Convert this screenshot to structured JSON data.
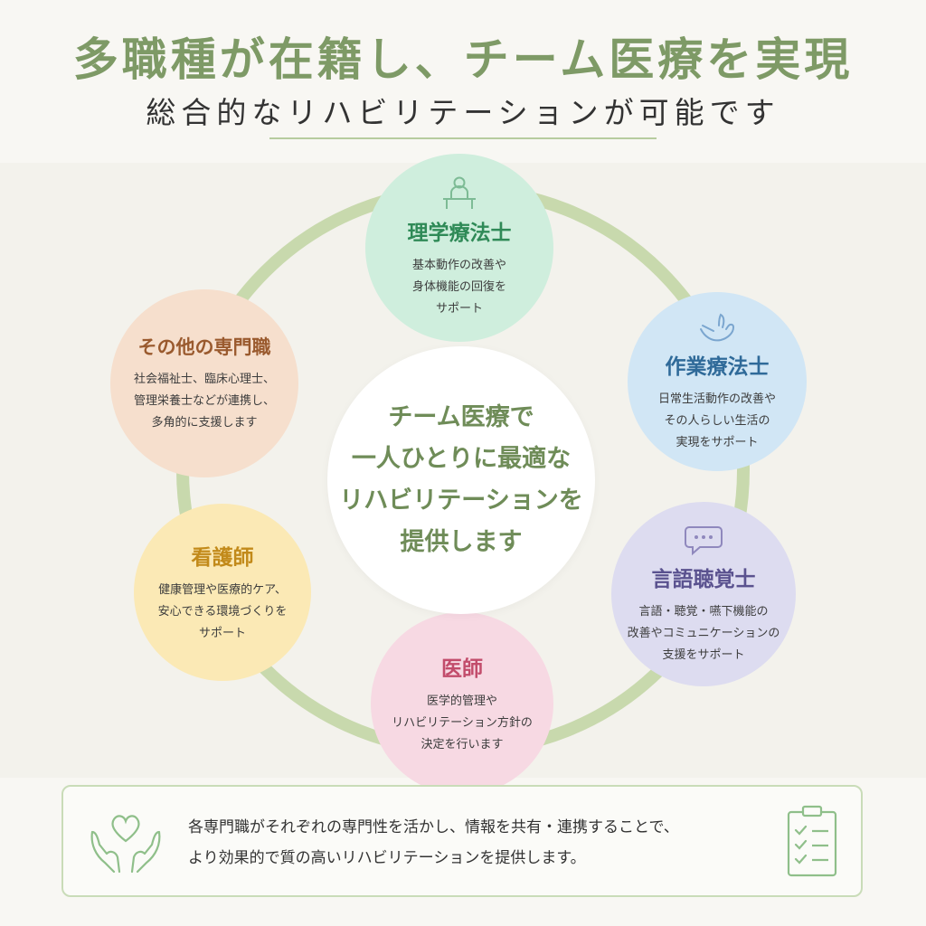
{
  "header": {
    "title": "多職種が在籍し、チーム医療を実現",
    "subtitle": "総合的なリハビリテーションが可能です"
  },
  "center": {
    "message": "チーム医療で\n一人ひとりに最適な\nリハビリテーションを\n提供します"
  },
  "nodes": {
    "physical_therapist": {
      "name": "理学療法士",
      "description": "基本動作の改善や\n身体機能の回復を\nサポート",
      "icon": "person-at-desk-icon",
      "color": "#2f8a57"
    },
    "occupational_therapist": {
      "name": "作業療法士",
      "description": "日常生活動作の改善や\nその人らしい生活の\n実現をサポート",
      "icon": "hand-icon",
      "color": "#2f6a99"
    },
    "speech_therapist": {
      "name": "言語聴覚士",
      "description": "言語・聴覚・嚥下機能の\n改善やコミュニケーションの\n支援をサポート",
      "icon": "speech-bubble-icon",
      "color": "#5a528f"
    },
    "doctor": {
      "name": "医師",
      "description": "医学的管理や\nリハビリテーション方針の\n決定を行います",
      "color": "#c24c6b"
    },
    "nurse": {
      "name": "看護師",
      "description": "健康管理や医療的ケア、\n安心できる環境づくりを\nサポート",
      "color": "#c28a1a"
    },
    "other_specialists": {
      "name": "その他の専門職",
      "description": "社会福祉士、臨床心理士、\n管理栄養士などが連携し、\n多角的に支援します",
      "color": "#9a5a2e"
    }
  },
  "footer": {
    "text": "各専門職がそれぞれの専門性を活かし、情報を共有・連携することで、\nより効果的で質の高いリハビリテーションを提供します。",
    "left_icon": "heart-hands-icon",
    "right_icon": "checklist-clipboard-icon"
  },
  "colors": {
    "accent": "#7e9a66",
    "ring": "#c8d9ad"
  }
}
